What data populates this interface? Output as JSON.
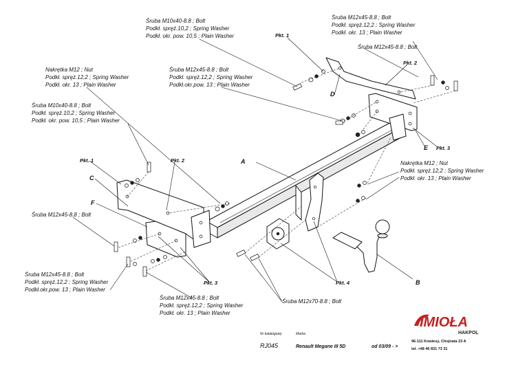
{
  "callouts": {
    "bolt_m10_top": [
      "Śruba M10x40-8.8 ;  Bolt",
      "Podkł. spręż.10,2 ; Spring Washer",
      "Podkł. okr. pow. 10,5 ; Plain Washer"
    ],
    "bolt_m12_top_right": [
      "Śruba M12x45-8.8 ;  Bolt",
      "Podkł. spręż.12,2 ; Spring Washer",
      "Podkł. okr. 13 ; Plain Washer"
    ],
    "bolt_m12_right": [
      "Śruba M12x45-8.8 ;  Bolt"
    ],
    "nut_m12_left": [
      "Nakrętka  M12 ; Nut",
      "Podkł. spręż.12,2 ; Spring Washer",
      "Podkł. okr. 13 ; Plain Washer"
    ],
    "bolt_m12_center": [
      "Śruba M12x45-8.8 ;  Bolt",
      "Podkł. spręż.12,2 ; Spring Washer",
      "Podkł.okr.pow.  13 ; Plain Washer"
    ],
    "bolt_m10_left": [
      "Śruba M10x40-8.8 ;  Bolt",
      "Podkł. spręż.10,2 ; Spring Washer",
      "Podkł. okr. pow. 10,5 ; Plain Washer"
    ],
    "nut_m12_right": [
      "Nakrętka  M12 ; Nut",
      "Podkł. spręż.12,2 ; Spring Washer",
      "Podkł. okr. 13 ; Plain Washer"
    ],
    "bolt_m12_left": [
      "Śruba M12x45-8.8 ;  Bolt"
    ],
    "bolt_m12_bottom_left": [
      "Śruba M12x45-8.8 ;  Bolt",
      "Podkł. spręż.12,2 ; Spring Washer",
      "Podkł.okr.pow.  13 ; Plain Washer"
    ],
    "bolt_m12_bottom_center": [
      "Śruba M12x45-8.8 ;  Bolt",
      "Podkł. spręż.12,2 ; Spring Washer",
      "Podkł. okr. 13 ; Plain Washer"
    ],
    "bolt_m12x70": [
      "Śruba M12x70-8.8 ;  Bolt"
    ]
  },
  "points": {
    "pkt1_top": "Pkt. 1",
    "pkt2_top": "Pkt. 2",
    "pkt3_right": "Pkt. 3",
    "pkt1_left": "Pkt. 1",
    "pkt2_left": "Pkt. 2",
    "pkt3_bottom": "Pkt. 3",
    "pkt4": "Pkt. 4"
  },
  "letters": {
    "a": "A",
    "b": "B",
    "c": "C",
    "d": "D",
    "e": "E",
    "f": "F"
  },
  "title_block": {
    "catalog_label": "Nr katalogowy",
    "catalog_value": "RJ045",
    "brand_label": "Marka",
    "model": "Renault Megane III 5D",
    "date": "od 03/09 - >"
  },
  "company": {
    "logo": "IMIOŁA",
    "sub": "HAKPOL",
    "address": "96-111 Kowiesy,  Chojnata 23 A",
    "phone": "tel. +48 46 831 73 31"
  },
  "colors": {
    "line": "#111111",
    "logo_red": "#c8201e"
  }
}
